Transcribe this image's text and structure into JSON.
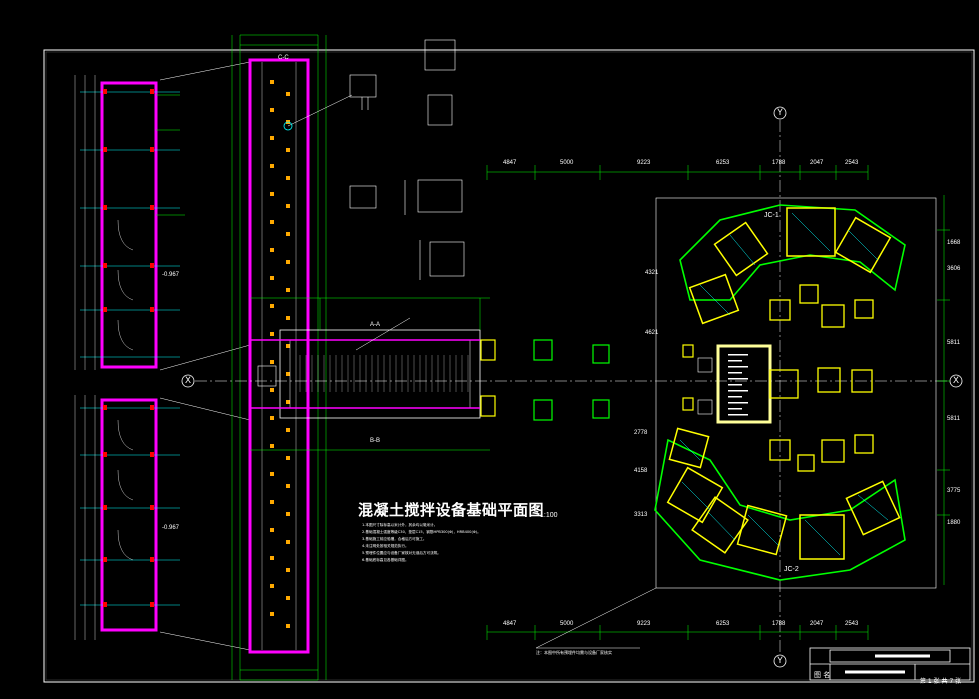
{
  "drawing": {
    "title": "混凝土搅拌设备基础平面图",
    "scale": "1:100",
    "sheet_label": "第 1 张 共 7 张",
    "title_block_label": "图 名",
    "notes": [
      "1.本图尺寸除标高以米计外，其余均以毫米计。",
      "2.基础混凝土强度等级C30，垫层C15，钢筋HPB300(Φ)，HRB400(Φ)。",
      "3.基础施工前应验槽，合格后方可施工。",
      "4.未注明处按相关规范执行。",
      "5.预埋件位置应与设备厂家核对无误后方可浇筑。",
      "6.基础底标高见各基础详图。"
    ],
    "callout": "注：本图中所有预埋件均需与设备厂家核实",
    "axis_labels": {
      "top": "Y",
      "bottom": "Y",
      "left": "X",
      "right": "X"
    },
    "foundation_labels": {
      "jc1": "JC-1",
      "jc2": "JC-2"
    },
    "dims_top": [
      "4847",
      "5000",
      "9223",
      "6253",
      "1788",
      "2047",
      "2543"
    ],
    "dims_bottom": [
      "4847",
      "5000",
      "9223",
      "6253",
      "1788",
      "2047",
      "2543"
    ],
    "dims_right": [
      "1668",
      "3606",
      "5811",
      "5811",
      "3775",
      "1880"
    ],
    "dims_left": [
      "4321",
      "4621",
      "2778",
      "4158",
      "3313"
    ],
    "section_labels": [
      "A-A",
      "B-B",
      "C-C"
    ],
    "elevation_notes": [
      "-0.967",
      "-0.967"
    ],
    "colors": {
      "background": "#000000",
      "grid_line": "#ffffff",
      "magenta": "#ff00ff",
      "cyan": "#00ffff",
      "green": "#00ff00",
      "yellow": "#ffff00",
      "red": "#ff0000",
      "orange": "#ffaa00"
    }
  }
}
